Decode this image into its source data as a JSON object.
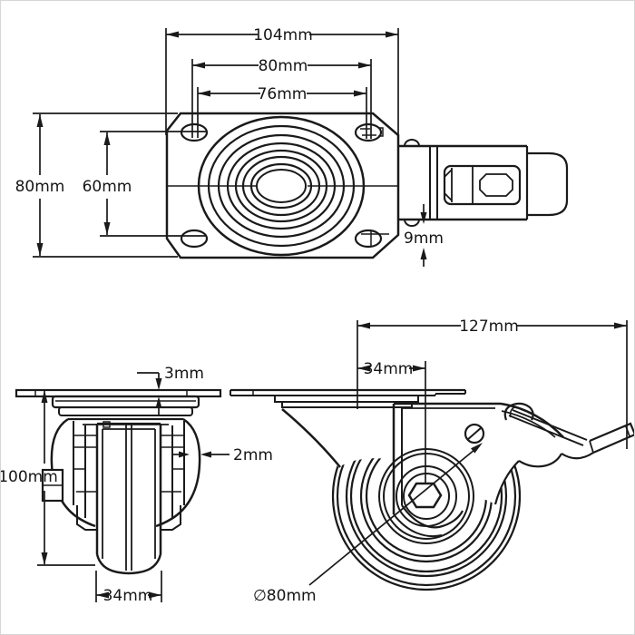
{
  "drawing": {
    "background": "#ffffff",
    "line_color": "#1a1a1a",
    "border_color": "#d6d6d6"
  },
  "dimensions": {
    "plate_width": "104mm",
    "hole_spacing_width": "80mm",
    "hole_spacing_inner": "76mm",
    "plate_depth": "80mm",
    "hole_spacing_depth": "60mm",
    "hole_diameter": "9mm",
    "plate_thickness": "3mm",
    "tread_line_gap": "2mm",
    "overall_height": "100mm",
    "wheel_width": "34mm",
    "overall_length": "127mm",
    "swivel_offset": "34mm",
    "wheel_diameter": "∅80mm"
  }
}
